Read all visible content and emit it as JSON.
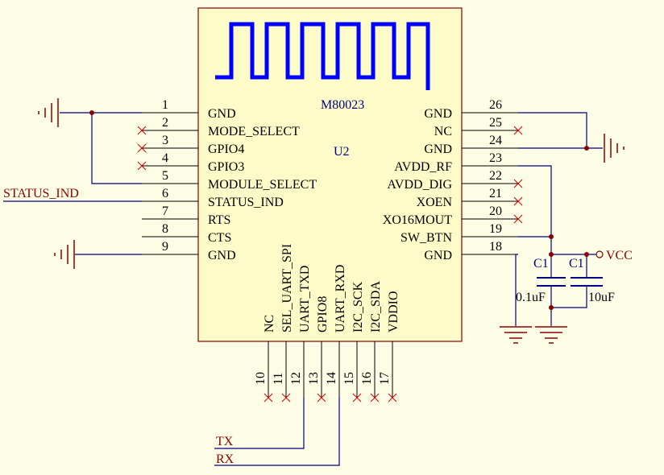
{
  "component": {
    "part_name": "M80023",
    "designator": "U2",
    "body_fill": "#fdfcc8",
    "body_stroke": "#8b0000",
    "antenna_color": "#0000ff"
  },
  "pins_left": [
    {
      "num": "1",
      "name": "GND"
    },
    {
      "num": "2",
      "name": "MODE_SELECT"
    },
    {
      "num": "3",
      "name": "GPIO4"
    },
    {
      "num": "4",
      "name": "GPIO3"
    },
    {
      "num": "5",
      "name": "MODULE_SELECT"
    },
    {
      "num": "6",
      "name": "STATUS_IND"
    },
    {
      "num": "7",
      "name": "RTS"
    },
    {
      "num": "8",
      "name": "CTS"
    },
    {
      "num": "9",
      "name": "GND"
    }
  ],
  "pins_right": [
    {
      "num": "26",
      "name": "GND"
    },
    {
      "num": "25",
      "name": "NC"
    },
    {
      "num": "24",
      "name": "GND"
    },
    {
      "num": "23",
      "name": "AVDD_RF"
    },
    {
      "num": "22",
      "name": "AVDD_DIG"
    },
    {
      "num": "21",
      "name": "XOEN"
    },
    {
      "num": "20",
      "name": "XO16MOUT"
    },
    {
      "num": "19",
      "name": "SW_BTN"
    },
    {
      "num": "18",
      "name": "GND"
    }
  ],
  "pins_bottom": [
    {
      "num": "10",
      "name": "NC"
    },
    {
      "num": "11",
      "name": "SEL_UART_SPI"
    },
    {
      "num": "12",
      "name": "UART_TXD"
    },
    {
      "num": "13",
      "name": "GPIO8"
    },
    {
      "num": "14",
      "name": "UART_RXD"
    },
    {
      "num": "15",
      "name": "I2C_SCK"
    },
    {
      "num": "16",
      "name": "I2C_SDA"
    },
    {
      "num": "17",
      "name": "VDDIO"
    }
  ],
  "nets": {
    "status": "STATUS_IND",
    "tx": "TX",
    "rx": "RX",
    "vcc": "VCC"
  },
  "capacitors": [
    {
      "ref": "C1",
      "value": "0.1uF"
    },
    {
      "ref": "C1",
      "value": "10uF"
    }
  ],
  "colors": {
    "wire": "#00007f",
    "net_label": "#8b0000",
    "no_connect": "#cc0000",
    "power": "#8b0000",
    "junction": "#8b0000"
  }
}
